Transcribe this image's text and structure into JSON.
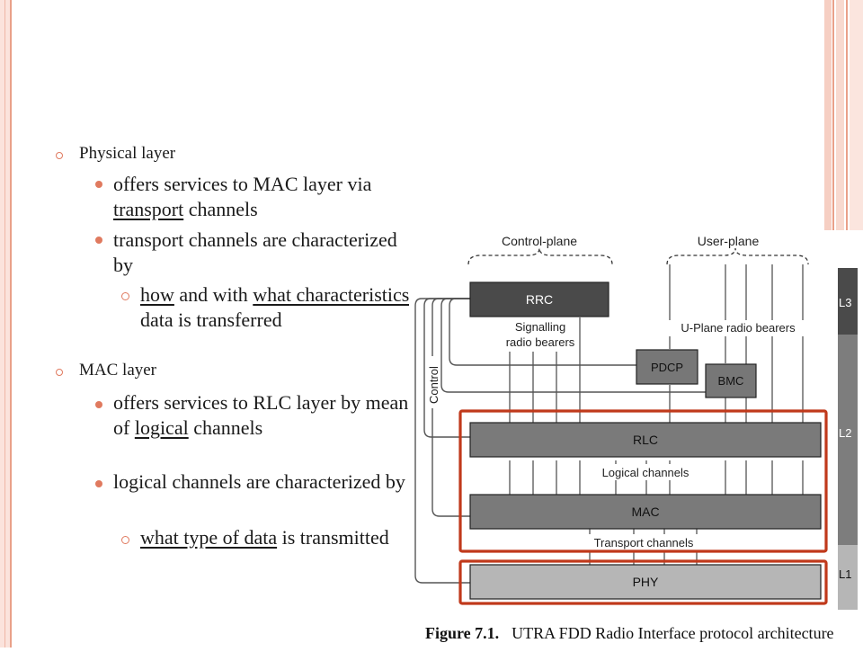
{
  "slide": {
    "colors": {
      "accent": "#e07a5f",
      "highlight_border": "#c0391b"
    },
    "bullets": {
      "physical_layer": {
        "title": "Physical layer",
        "point1": {
          "a": "offers services to MAC layer via ",
          "u": "transport",
          "b": " channels"
        },
        "point2": "transport channels are characterized by",
        "sub1": {
          "u1": "how",
          "t1": " and with ",
          "u2": "what characteristics",
          "t2": " data is transferred"
        }
      },
      "mac_layer": {
        "title": "MAC layer",
        "point1": {
          "a": "offers services to RLC layer by means of ",
          "u": "logical",
          "b": " channels"
        },
        "point2": "logical channels are characterized by",
        "sub1": {
          "u": "what type of data",
          "t": " is transmitted"
        }
      }
    }
  },
  "diagram": {
    "control_plane": "Control-plane",
    "user_plane": "User-plane",
    "control": "Control",
    "signalling_line1": "Signalling",
    "signalling_line2": "radio bearers",
    "uplane_bearers": "U-Plane radio bearers",
    "logical_channels": "Logical channels",
    "transport_channels": "Transport channels",
    "blocks": {
      "rrc": "RRC",
      "pdcp": "PDCP",
      "bmc": "BMC",
      "rlc": "RLC",
      "mac": "MAC",
      "phy": "PHY"
    },
    "layers": {
      "l3": "L3",
      "l2": "L2",
      "l1": "L1"
    },
    "caption": {
      "figure": "Figure 7.1.",
      "text": "UTRA FDD Radio Interface protocol architecture"
    }
  }
}
